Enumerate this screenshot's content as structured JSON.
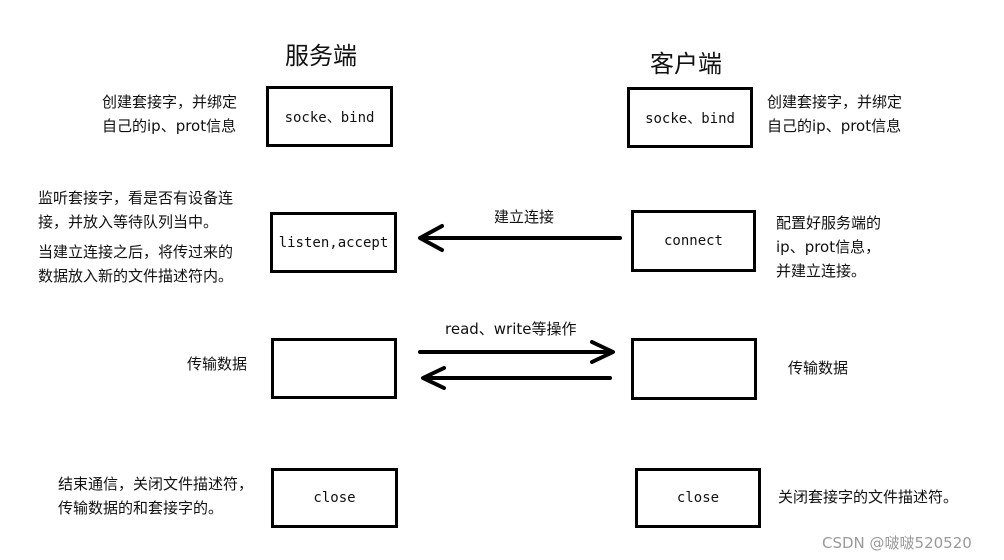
{
  "server": {
    "title": "服务端",
    "socket_note": [
      "创建套接字，并绑定",
      "自己的ip、prot信息"
    ],
    "listen_note": [
      "监听套接字，看是否有设备连",
      "接，并放入等待队列当中。"
    ],
    "accept_note": [
      "当建立连接之后，将传过来的",
      "数据放入新的文件描述符内。"
    ],
    "transfer_note": "传输数据",
    "close_note": [
      "结束通信，关闭文件描述符，",
      "传输数据的和套接字的。"
    ],
    "box_socket": "socke、bind",
    "box_listen": "listen,accept",
    "box_transfer": "",
    "box_close": "close"
  },
  "client": {
    "title": "客户端",
    "socket_note": [
      "创建套接字，并绑定",
      "自己的ip、prot信息"
    ],
    "connect_note": [
      "配置好服务端的",
      "ip、prot信息，",
      "并建立连接。"
    ],
    "transfer_note": "传输数据",
    "close_note": "关闭套接字的文件描述符。",
    "box_socket": "socke、bind",
    "box_connect": "connect",
    "box_transfer": "",
    "box_close": "close"
  },
  "arrows": {
    "connect_label": "建立连接",
    "rw_label": "read、write等操作"
  },
  "watermark": "CSDN @啵啵520520"
}
